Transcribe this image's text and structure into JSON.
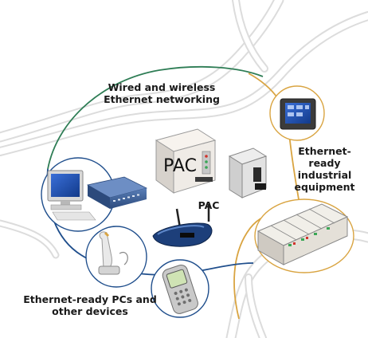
{
  "labels": {
    "networking": [
      "Wired and wireless",
      "Ethernet networking"
    ],
    "industrial": [
      "Ethernet-ready",
      "industrial",
      "equipment"
    ],
    "pcs": [
      "Ethernet-ready PCs and",
      "other devices"
    ],
    "pac_small": "PAC",
    "pac_big": "PAC"
  },
  "icons": [
    "pc-monitor-icon",
    "network-switch-icon",
    "wireless-router-icon",
    "barcode-scanner-icon",
    "cell-phone-icon",
    "pac-controller-icon",
    "pac-module-icon",
    "touch-panel-icon",
    "plc-rack-icon"
  ],
  "colors": {
    "network_cable": "#2e7d55",
    "industrial_cable": "#d9a441",
    "pc_cable": "#1f4e8c",
    "backbone": "#e3e3e3"
  }
}
